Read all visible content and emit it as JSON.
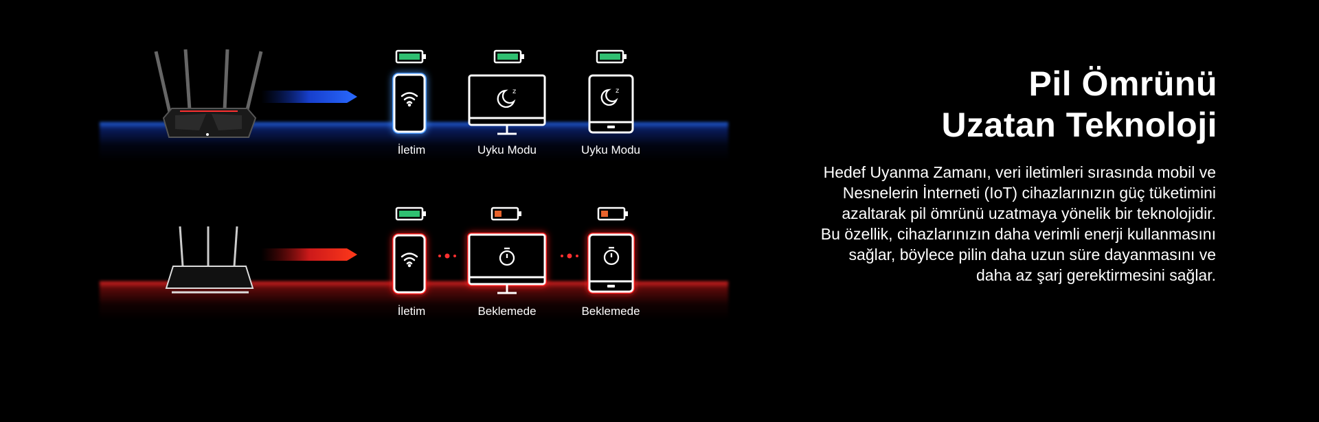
{
  "heading": {
    "line1": "Pil Ömrünü",
    "line2": "Uzatan Teknoloji"
  },
  "description": {
    "line1": "Hedef Uyanma Zamanı, veri iletimleri sırasında mobil ve",
    "line2": "Nesnelerin İnterneti (IoT) cihazlarınızın güç tüketimini",
    "line3": "azaltarak pil ömrünü uzatmaya yönelik bir teknolojidir.",
    "line4": "Bu özellik, cihazlarınızın daha verimli enerji kullanmasını",
    "line5": "sağlar, böylece pilin daha uzun süre dayanmasını ve",
    "line6": "daha az şarj gerektirmesini sağlar."
  },
  "top_row": {
    "glow_color": "#2a6bff",
    "labels": [
      "İletim",
      "Uyku Modu",
      "Uyku Modu"
    ],
    "battery_color": "#2fbf71",
    "icons": [
      "wifi-icon",
      "moon-sleep-icon",
      "moon-sleep-icon"
    ]
  },
  "bottom_row": {
    "glow_color": "#ff2020",
    "labels": [
      "İletim",
      "Beklemede",
      "Beklemede"
    ],
    "battery_colors": [
      "#2fbf71",
      "#e8632c",
      "#e8632c"
    ],
    "icons": [
      "wifi-icon",
      "stopwatch-icon",
      "stopwatch-icon"
    ]
  }
}
